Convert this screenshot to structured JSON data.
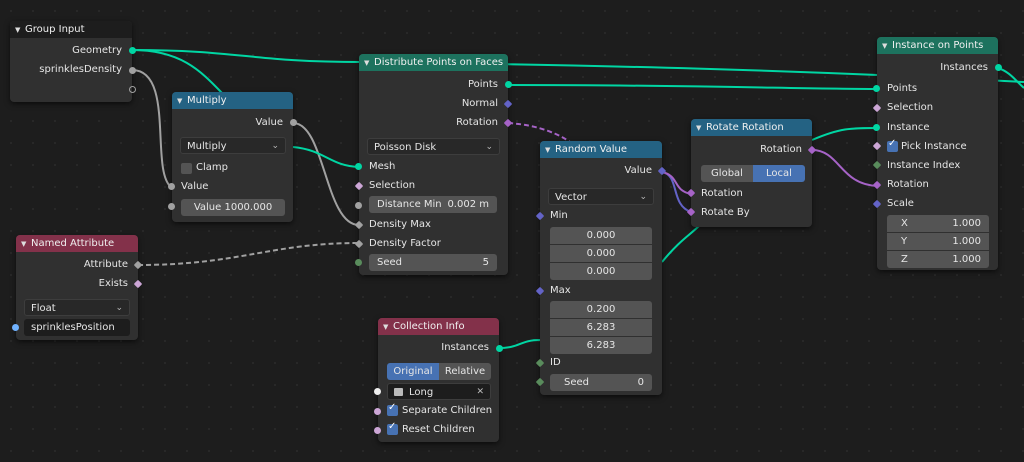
{
  "group_input": {
    "title": "Group Input",
    "outputs": [
      "Geometry",
      "sprinklesDensity"
    ]
  },
  "multiply": {
    "title": "Multiply",
    "output": "Value",
    "operation": "Multiply",
    "clamp_label": "Clamp",
    "clamp_checked": false,
    "input_label": "Value",
    "value_field_label": "Value",
    "value_field_value": "1000.000"
  },
  "named_attribute": {
    "title": "Named Attribute",
    "outputs": [
      "Attribute",
      "Exists"
    ],
    "data_type": "Float",
    "name_value": "sprinklesPosition"
  },
  "distribute": {
    "title": "Distribute Points on Faces",
    "outputs": [
      "Points",
      "Normal",
      "Rotation"
    ],
    "mode": "Poisson Disk",
    "inputs": [
      "Mesh",
      "Selection"
    ],
    "distance_label": "Distance Min",
    "distance_value": "0.002 m",
    "density_max": "Density Max",
    "density_factor": "Density Factor",
    "seed_label": "Seed",
    "seed_value": "5"
  },
  "random_value": {
    "title": "Random Value",
    "output": "Value",
    "data_type": "Vector",
    "min_label": "Min",
    "min_values": [
      "0.000",
      "0.000",
      "0.000"
    ],
    "max_label": "Max",
    "max_values": [
      "0.200",
      "6.283",
      "6.283"
    ],
    "id_label": "ID",
    "seed_label": "Seed",
    "seed_value": "0"
  },
  "rotate_rotation": {
    "title": "Rotate Rotation",
    "output": "Rotation",
    "space_global": "Global",
    "space_local": "Local",
    "inputs": [
      "Rotation",
      "Rotate By"
    ]
  },
  "collection_info": {
    "title": "Collection Info",
    "output": "Instances",
    "mode_original": "Original",
    "mode_relative": "Relative",
    "collection_value": "Long",
    "separate_label": "Separate Children",
    "reset_label": "Reset Children"
  },
  "instance_on_points": {
    "title": "Instance on Points",
    "output": "Instances",
    "inputs": [
      "Points",
      "Selection",
      "Instance"
    ],
    "pick_instance_label": "Pick Instance",
    "inputs2": [
      "Instance Index",
      "Rotation",
      "Scale"
    ],
    "scale_labels": [
      "X",
      "Y",
      "Z"
    ],
    "scale_values": [
      "1.000",
      "1.000",
      "1.000"
    ]
  },
  "colors": {
    "geometry_socket": "#00d6a3",
    "float_socket": "#a1a1a1",
    "vector_socket": "#6363c7",
    "rotation_socket": "#a663c7",
    "accent_blue": "#4772b3"
  }
}
